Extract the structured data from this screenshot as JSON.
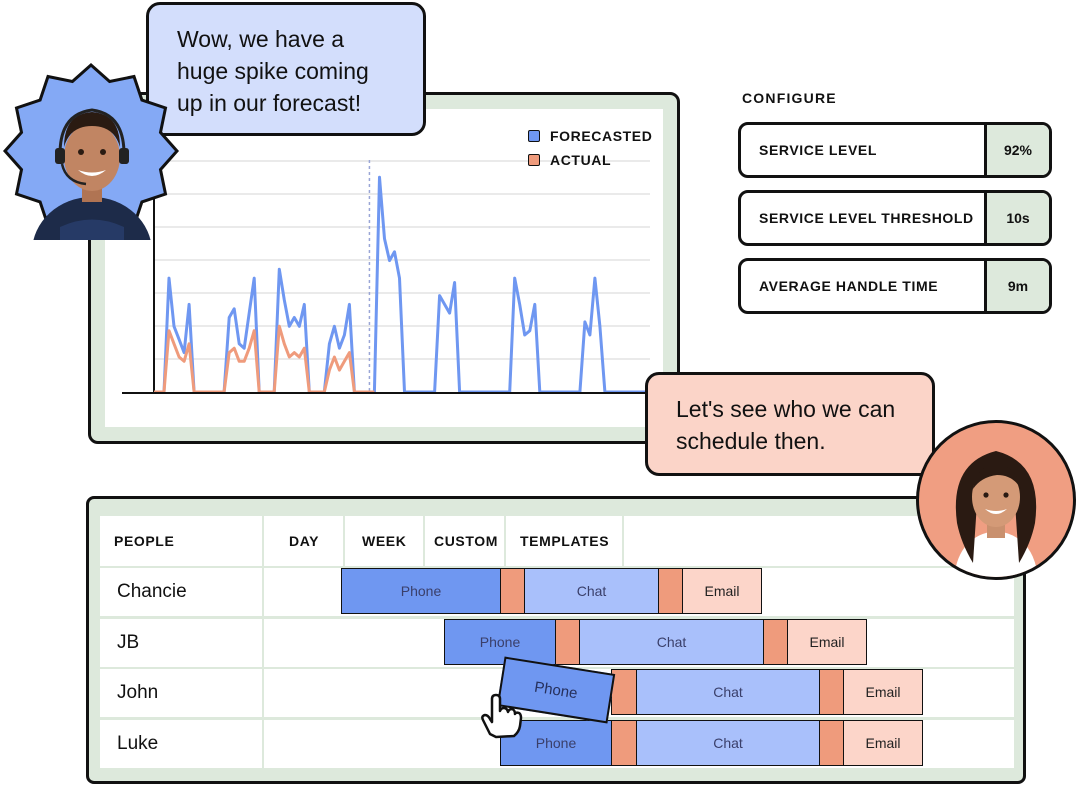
{
  "bubbles": {
    "agent_1": "Wow, we have a huge spike coming up in our forecast!",
    "agent_2": "Let's see who we can schedule then."
  },
  "chart_data": {
    "type": "line",
    "legend": [
      "FORECASTED",
      "ACTUAL"
    ],
    "legend_placement": "top-right",
    "grid": true,
    "x": [
      0,
      1,
      2,
      3,
      4,
      5,
      6,
      7,
      8,
      9,
      10,
      11,
      12,
      13,
      14,
      15,
      16,
      17,
      18,
      19,
      20,
      21,
      22,
      23,
      24,
      25,
      26,
      27,
      28,
      29,
      30,
      31,
      32,
      33,
      34,
      35,
      36,
      37,
      38,
      39,
      40,
      41,
      42,
      43,
      44,
      45,
      46,
      47,
      48,
      49,
      50,
      51,
      52,
      53,
      54,
      55,
      56,
      57,
      58,
      59,
      60,
      61,
      62,
      63,
      64,
      65,
      66,
      67,
      68,
      69,
      70,
      71,
      72,
      73,
      74,
      75,
      76,
      77,
      78,
      79,
      80,
      81,
      82,
      83,
      84,
      85,
      86,
      87,
      88,
      89,
      90,
      91,
      92,
      93,
      94,
      95,
      96,
      97,
      98,
      99
    ],
    "series": [
      {
        "name": "FORECASTED",
        "color": "#6f97f1",
        "values": [
          0,
          0,
          0,
          52,
          30,
          24,
          18,
          40,
          0,
          0,
          0,
          0,
          0,
          0,
          0,
          34,
          38,
          22,
          20,
          36,
          52,
          0,
          0,
          0,
          0,
          56,
          42,
          30,
          34,
          30,
          40,
          0,
          0,
          0,
          0,
          22,
          30,
          20,
          26,
          40,
          0,
          0,
          0,
          0,
          0,
          98,
          70,
          60,
          64,
          52,
          0,
          0,
          0,
          0,
          0,
          0,
          0,
          44,
          40,
          36,
          50,
          0,
          0,
          0,
          0,
          0,
          0,
          0,
          0,
          0,
          0,
          0,
          52,
          40,
          26,
          28,
          40,
          0,
          0,
          0,
          0,
          0,
          0,
          0,
          0,
          0,
          32,
          26,
          52,
          30,
          0,
          0,
          0,
          0,
          0,
          0,
          0,
          0,
          0,
          0
        ]
      },
      {
        "name": "ACTUAL",
        "color": "#ef9b7c",
        "values": [
          0,
          0,
          0,
          28,
          22,
          16,
          14,
          22,
          0,
          0,
          0,
          0,
          0,
          0,
          0,
          18,
          20,
          14,
          14,
          20,
          28,
          0,
          0,
          0,
          0,
          30,
          22,
          16,
          18,
          16,
          20,
          0,
          0,
          0,
          0,
          10,
          16,
          10,
          14,
          18,
          0,
          0,
          0,
          0,
          0,
          null,
          null,
          null,
          null,
          null,
          null,
          null,
          null,
          null,
          null,
          null,
          null,
          null,
          null,
          null,
          null,
          null,
          null,
          null,
          null,
          null,
          null,
          null,
          null,
          null,
          null,
          null,
          null,
          null,
          null,
          null,
          null,
          null,
          null,
          null,
          null,
          null,
          null,
          null,
          null,
          null,
          null,
          null,
          null,
          null,
          null,
          null,
          null,
          null,
          null,
          null,
          null,
          null,
          null,
          null
        ]
      }
    ],
    "now_index": 43,
    "ylim": [
      0,
      105
    ]
  },
  "configure": {
    "title": "CONFIGURE",
    "rows": [
      {
        "label": "SERVICE LEVEL",
        "value": "92%"
      },
      {
        "label": "SERVICE LEVEL THRESHOLD",
        "value": "10s"
      },
      {
        "label": "AVERAGE HANDLE TIME",
        "value": "9m"
      }
    ]
  },
  "schedule": {
    "headers": {
      "people": "PEOPLE",
      "day": "DAY",
      "week": "WEEK",
      "custom": "CUSTOM",
      "templates": "TEMPLATES"
    },
    "rows": [
      {
        "name": "Chancie",
        "phone": "Phone",
        "chat": "Chat",
        "email": "Email"
      },
      {
        "name": "JB",
        "phone": "Phone",
        "chat": "Chat",
        "email": "Email"
      },
      {
        "name": "John",
        "phone": "",
        "chat": "Chat",
        "email": "Email"
      },
      {
        "name": "Luke",
        "phone": "Phone",
        "chat": "Chat",
        "email": "Email"
      }
    ],
    "dragging_block": "Phone"
  },
  "colors": {
    "forecast": "#6f97f1",
    "actual": "#ef9b7c",
    "chat": "#a9c0fb",
    "email": "#fcd5c9",
    "panel": "#dde9dc",
    "bubble_blue": "#d3defc",
    "bubble_pink": "#fbd4c8"
  }
}
